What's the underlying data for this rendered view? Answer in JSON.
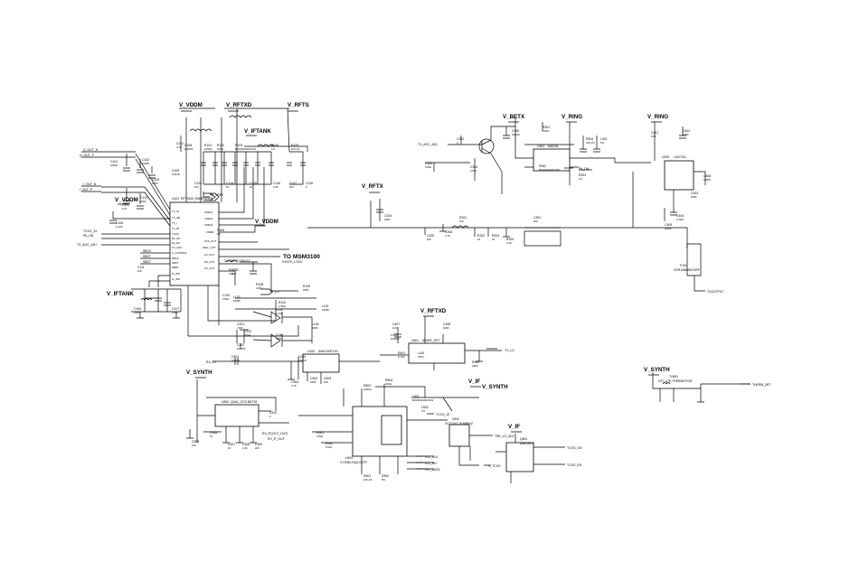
{
  "power_rails": {
    "vddm_top": "V_VDDM",
    "vrftxd_top": "V_RFTXD",
    "vrfts": "V_RFTS",
    "viftank": "V_IFTANK",
    "vddm_mid": "V_VDDM",
    "vddm_left": "V_VDDM",
    "viftank_left": "V_IFTANK",
    "vrftx": "V_RFTX",
    "vbetx": "V_BETX",
    "vring_a": "V_RING",
    "vring_b": "V_RING",
    "vrftxd_mid": "V_RFTXD",
    "vsynth_a": "V_SYNTH",
    "vif_a": "V_IF",
    "vsynth_b": "V_SYNTH",
    "vif_b": "V_IF",
    "vsynth_c": "V_SYNTH"
  },
  "signals": {
    "q_out_n": "Q_OUT_N",
    "q_out_p": "Q_OUT_P",
    "i_out_n": "I_OUT_N",
    "i_out_p": "I_OUT_P",
    "tcxo_19": "TCXO_19",
    "pa_on": "PA_ON",
    "tx_agc_adj": "TX_AGC_ADJ",
    "pa_vref": "PA_VREF",
    "tx_agc_adj_r": "TX_AGC_ADJ",
    "pa_on_r": "PA_ON",
    "sbck": "SBCK",
    "sbst": "SBST",
    "sbdt": "SBDT",
    "to_msm": "TO MSM3100",
    "synth_lock": "SYNTH_LOCK",
    "close_to_pin": "CLOSE TO PIN 37",
    "tx_lo": "TX_LO",
    "tx_lo_2": "TX_LO",
    "rx_lo": "RX_LO",
    "tcxo_19_b": "TCXO_19",
    "trk_lo_adj": "TRK_LO_ADJ",
    "therm_det": "THERM_DET",
    "tcxo_on": "TCXO_ON",
    "tcxo_en": "TCXO_EN",
    "v_tcxo": "V_TCXO",
    "pll_clk": "PLL_CLK",
    "pll_en": "PLL_EN",
    "pll_data": "PLL_DATA",
    "rx_if_out": "RX_IF(VCO_OUT)",
    "rx_if_out_n": "RX_IF_OUT",
    "tx_rf_out": "TXOUTPUT"
  },
  "chips": {
    "u_main_name": "U101",
    "u_main_part": "RFT3100_EMBEDDED",
    "u_synth_name": "U500",
    "u_synth_part": "QUAL_DC3 BK2TA",
    "u_pll_name": "U403",
    "u_pll_part": "CY2082-NQ2-02TR",
    "u_ring_name": "U301",
    "u_ring_part": "MAX18",
    "u_gain_name": "U200",
    "u_gain_part": "LMV7011",
    "u_if_name": "U100",
    "u_if_part": "SAW DUPLEX",
    "u_mix_name": "U501",
    "u_mix_part": "MIXER_DET",
    "u_xo_name": "X500",
    "u_xo_part": "VCTCXO 19.68MHZ",
    "u_sw_name": "Q501",
    "u_sw_part": "UMC5NTL",
    "u_filt_name": "F101",
    "u_filt_part": "CER-836MHZ-BPF",
    "u_det_name": "TH501",
    "u_det_part": "NTC-47K-THERMISTOR"
  },
  "pins": {
    "tx_in": "TX_IN",
    "tx_qb": "TX_QB",
    "tx_i": "TX_I",
    "tx_ib": "TX_IB",
    "tcxo": "TCXO",
    "pa_on": "PA_ON",
    "pa_r0": "PA_R0",
    "tx_agc": "TX_AGC",
    "s_control": "S_CONTROL",
    "sbck": "SBCK",
    "sbst": "SBST",
    "sbdt": "SBDT",
    "if_inp": "IF_INP",
    "if_inn": "IF_INN",
    "vdda1": "VDDA1",
    "vdda2": "VDDA2",
    "vdda3": "VDDA3",
    "pcs_out": "PCS_OUT",
    "cell_out": "CELL_OUT",
    "lo_out": "LO_OUT",
    "pd_out": "PD_OUT",
    "cp_out": "CP_OUT",
    "vddm": "VDDM"
  },
  "component_labels": [
    "C101",
    "C102",
    "C103",
    "C104",
    "C105",
    "C106",
    "C107",
    "C108",
    "C109",
    "C110",
    "C111",
    "C112",
    "C113",
    "C114",
    "C115",
    "C116",
    "C117",
    "C118",
    "C119",
    "C120",
    "R101",
    "R102",
    "R103",
    "R104",
    "R105",
    "R106",
    "R107",
    "R108",
    "R109",
    "R110",
    "L101",
    "L102",
    "L103",
    "L104",
    "L105",
    "L106",
    "C201",
    "C202",
    "C203",
    "C204",
    "C205",
    "C206",
    "R201",
    "R202",
    "R203",
    "R204",
    "C301",
    "C302",
    "C303",
    "C304",
    "C305",
    "R301",
    "R302",
    "R303",
    "R304",
    "L301",
    "C401",
    "C402",
    "C403",
    "C404",
    "C405",
    "C406",
    "C407",
    "C408",
    "R401",
    "R402",
    "L401",
    "L402",
    "C501",
    "C502",
    "C503",
    "C504",
    "C505",
    "C506",
    "C507",
    "C508",
    "C509",
    "C510",
    "R501",
    "R502",
    "R503",
    "R504",
    "L501",
    "L502",
    "D501",
    "D502"
  ],
  "values": [
    "100PF",
    "100PF",
    "1UF",
    "10NF",
    "0.1UF",
    "33PF",
    "47PF",
    "1000PF",
    "0.01UF",
    "22PF",
    "10K",
    "4.7K",
    "100",
    "51",
    "1K",
    "2.2K",
    "220",
    "0",
    "47NH",
    "27NH",
    "100NH",
    "10NH",
    "BLM18HG601SN1",
    "1%",
    "10K,1%",
    "5%",
    "6.8K",
    "12PF",
    "18PF",
    "3.3NH"
  ]
}
